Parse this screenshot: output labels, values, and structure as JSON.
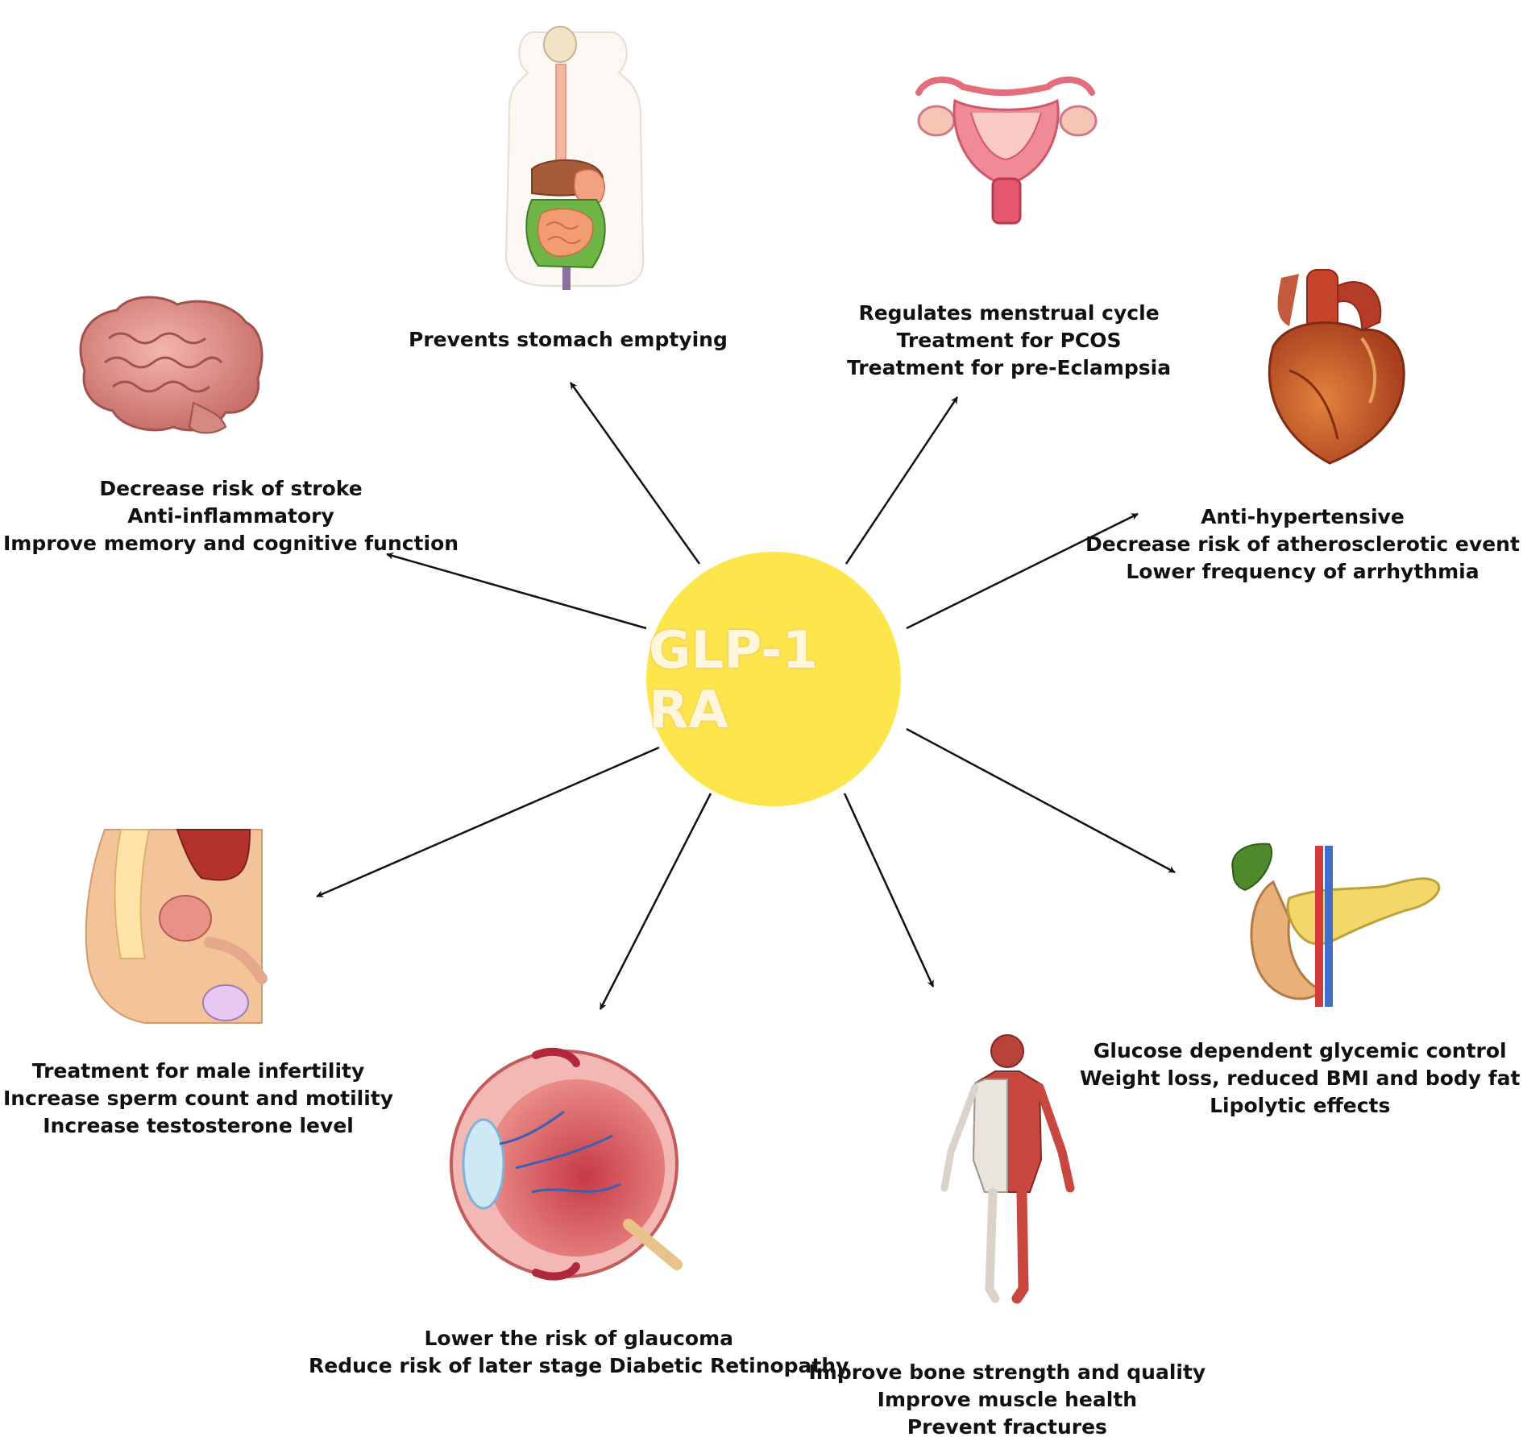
{
  "center": {
    "label": "GLP-1 RA",
    "fill": "#fde64b"
  },
  "arrow_color": "#111111",
  "nodes": [
    {
      "id": "digestive",
      "icon": "digestive-system-icon",
      "lines": [
        "Prevents stomach emptying"
      ]
    },
    {
      "id": "reproductive-female",
      "icon": "uterus-icon",
      "lines": [
        "Regulates menstrual cycle",
        "Treatment for PCOS",
        "Treatment for pre-Eclampsia"
      ]
    },
    {
      "id": "heart",
      "icon": "heart-icon",
      "lines": [
        "Anti-hypertensive",
        "Decrease risk of atherosclerotic event",
        "Lower frequency of arrhythmia"
      ]
    },
    {
      "id": "pancreas",
      "icon": "pancreas-icon",
      "lines": [
        "Glucose dependent glycemic control",
        "Weight loss, reduced BMI and body fat",
        "Lipolytic effects"
      ]
    },
    {
      "id": "musculoskeletal",
      "icon": "skeleton-muscle-icon",
      "lines": [
        "Improve bone strength and quality",
        "Improve muscle health",
        "Prevent fractures"
      ]
    },
    {
      "id": "eye",
      "icon": "eye-icon",
      "lines": [
        "Lower the risk of glaucoma",
        "Reduce risk of later stage Diabetic Retinopathy"
      ]
    },
    {
      "id": "reproductive-male",
      "icon": "male-reproductive-icon",
      "lines": [
        "Treatment for male infertility",
        "Increase sperm count and motility",
        "Increase testosterone level"
      ]
    },
    {
      "id": "brain",
      "icon": "brain-icon",
      "lines": [
        "Decrease risk of stroke",
        "Anti-inflammatory",
        "Improve memory and cognitive function"
      ]
    }
  ]
}
